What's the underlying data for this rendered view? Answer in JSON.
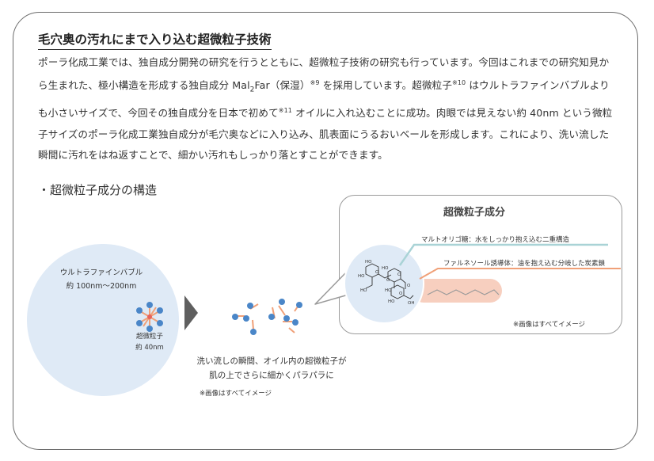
{
  "title": "毛穴奥の汚れにまで入り込む超微粒子技術",
  "paragraph": {
    "p1": "ポーラ化成工業では、独自成分開発の研究を行うとともに、超微粒子技術の研究も行っています。今回はこれまでの研究知見から生まれた、極小構造を形成する独自成分 Mal",
    "sub": "2",
    "p2": "Far（保湿）",
    "ref1": "※9",
    "p3": " を採用しています。超微粒子",
    "ref2": "※10",
    "p4": " はウルトラファインバブルよりも小さいサイズで、今回その独自成分を日本で初めて",
    "ref3": "※11",
    "p5": " オイルに入れ込むことに成功。肉眼では見えない約 40nm という微粒子サイズのポーラ化成工業独自成分が毛穴奥などに入り込み、肌表面にうるおいベールを形成します。これにより、洗い流した瞬間に汚れをはね返すことで、細かい汚れもしっかり落とすことができます。"
  },
  "section_heading": "・超微粒子成分の構造",
  "left_diagram": {
    "bubble_name": "ウルトラファインバブル",
    "bubble_size": "約 100nm～200nm",
    "particle_name": "超微粒子",
    "particle_size": "約 40nm",
    "caption_line1": "洗い流しの瞬間、オイル内の超微粒子が",
    "caption_line2": "肌の上でさらに細かくパラパラに",
    "note": "※画像はすべてイメージ"
  },
  "right_panel": {
    "title": "超微粒子成分",
    "callout_maltose": "マルトオリゴ糖：水をしっかり抱え込む二重構造",
    "callout_farnesol": "ファルネソール誘導体：油を抱え込む分岐した炭素鎖",
    "note": "※画像はすべてイメージ"
  },
  "molecule_labels": [
    "HO",
    "HO",
    "HO",
    "HO",
    "HO",
    "HO",
    "O",
    "O",
    "O",
    "O",
    "O",
    "OH"
  ],
  "colors": {
    "node_blue": "#4a86c8",
    "connector_orange": "#f0a078",
    "bubble_fill": "#dfeaf6",
    "teal_line": "#a9d3d6",
    "tail_fill": "#f7cfbf",
    "arrow_gray": "#5f5f5f"
  }
}
